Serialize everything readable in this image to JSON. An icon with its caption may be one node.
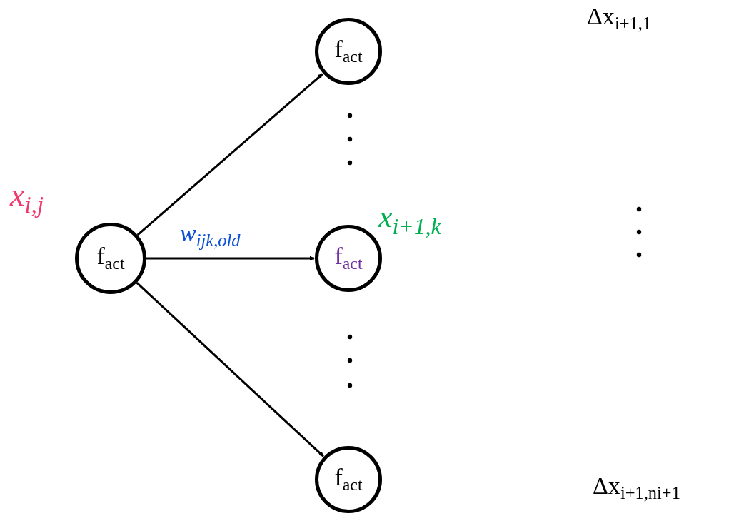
{
  "diagram": {
    "nodes": [
      {
        "text": [
          "f$_{act}$"
        ],
        "beside": [
          "x$_{i,j}$"
        ]
      },
      {
        "text": [
          "f$_{act}$"
        ]
      },
      {
        "text": [
          "f$_{act}$"
        ],
        "beside": [
          "x$_{i+1,k}$"
        ]
      },
      {
        "text": [
          "f$_{act}$"
        ]
      }
    ],
    "edges": [
      {
        "from": 0,
        "to": 1,
        "arrow": "to"
      },
      {
        "from": 0,
        "to": 2,
        "arrow": "to",
        "label": "w$_{ijk,old}$"
      },
      {
        "from": 0,
        "to": 3,
        "arrow": "to"
      }
    ],
    "labels": [
      "Δx$_{i+1,1}$",
      "Δx$_{i+1,n}$$_{i+1}$"
    ]
  }
}
